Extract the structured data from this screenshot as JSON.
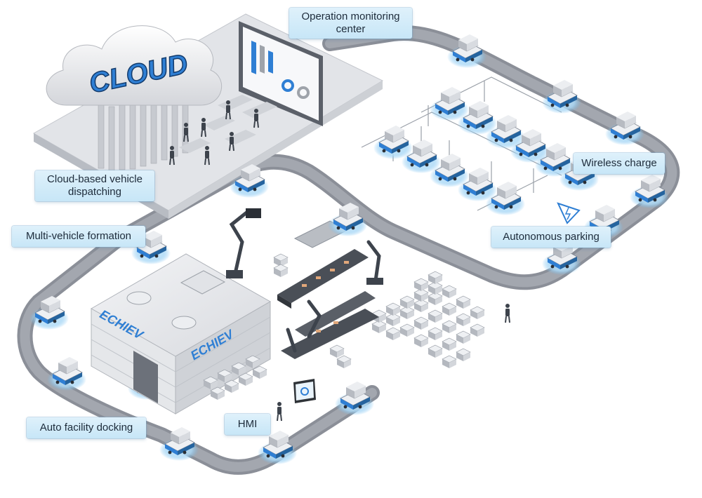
{
  "cloud_text": "CLOUD",
  "brand_text": "ECHIEV",
  "labels": {
    "operation_monitoring": "Operation monitoring center",
    "cloud_dispatching": "Cloud-based vehicle dispatching",
    "wireless_charge": "Wireless charge",
    "multi_vehicle": "Multi-vehicle formation",
    "autonomous_parking": "Autonomous parking",
    "auto_docking": "Auto facility docking",
    "hmi": "HMI"
  },
  "colors": {
    "track": "#8b8f98",
    "accent_blue": "#2f7fd4",
    "glow_blue": "#bfe4fb",
    "label_bg": "#d3ecf9",
    "building_gray": "#d9dbdf",
    "cargo_gray": "#c9ccd1"
  },
  "icons": [
    "cloud-icon",
    "monitor-screen-icon",
    "warning-triangle-icon",
    "robot-arm-icon",
    "vehicle-icon",
    "person-icon"
  ]
}
